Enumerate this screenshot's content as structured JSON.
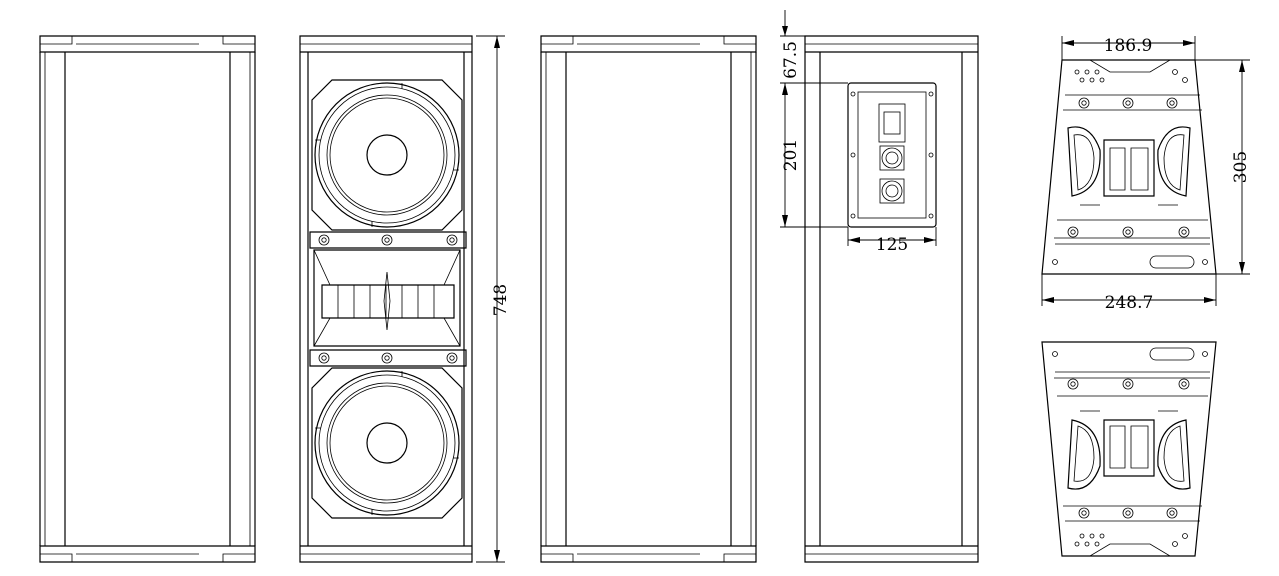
{
  "dimensions": {
    "height_total": "748",
    "top_offset": "67.5",
    "panel_height": "201",
    "panel_width": "125",
    "top_width": "186.9",
    "bottom_width": "248.7",
    "bracket_height": "305"
  }
}
